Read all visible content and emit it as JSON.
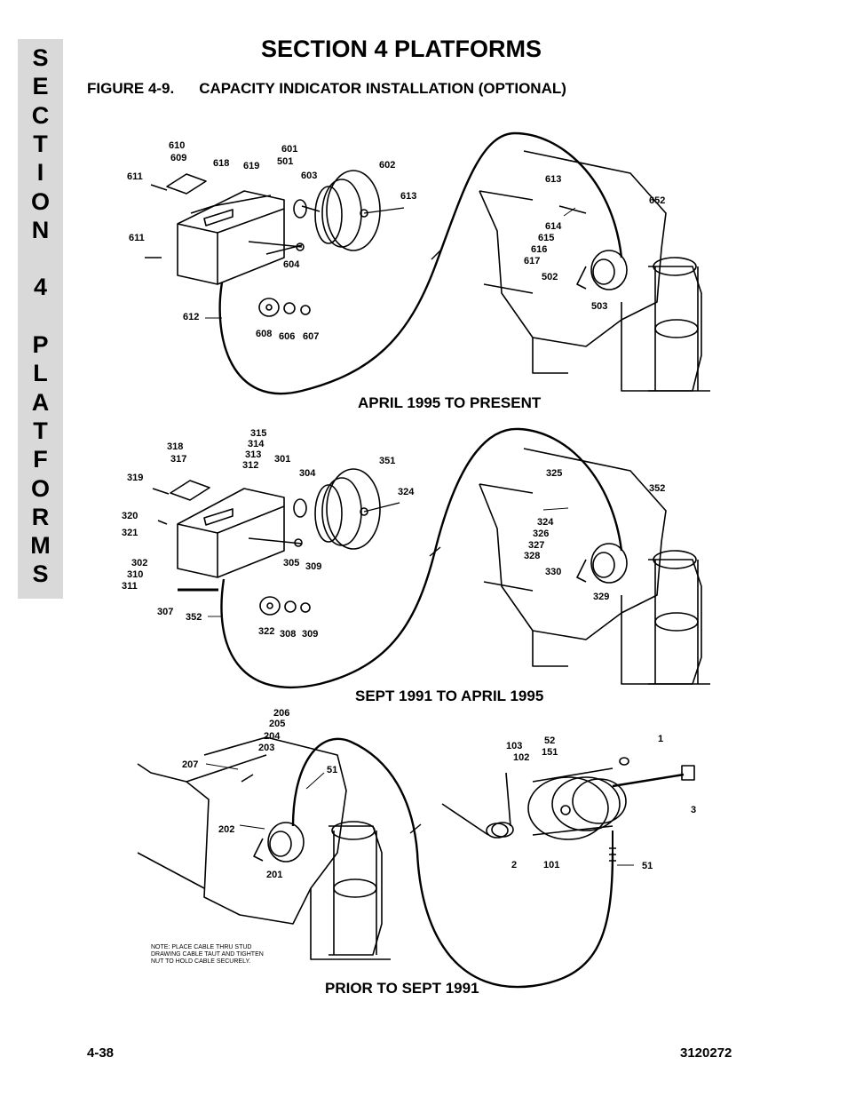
{
  "side_tab": {
    "letters": [
      "S",
      "E",
      "C",
      "T",
      "I",
      "O",
      "N",
      "",
      "4",
      "",
      "P",
      "L",
      "A",
      "T",
      "F",
      "O",
      "R",
      "M",
      "S"
    ]
  },
  "header": {
    "section_title": "SECTION 4  PLATFORMS",
    "figure_number": "FIGURE 4-9.",
    "figure_title": "CAPACITY INDICATOR INSTALLATION (OPTIONAL)"
  },
  "captions": {
    "top": "APRIL 1995 TO PRESENT",
    "middle": "SEPT 1991 TO APRIL 1995",
    "bottom": "PRIOR TO SEPT 1991"
  },
  "note": {
    "line1": "NOTE: PLACE CABLE THRU STUD",
    "line2": "DRAWING CABLE TAUT AND TIGHTEN",
    "line3": "NUT TO HOLD CABLE SECURELY."
  },
  "callouts": {
    "top": [
      "610",
      "609",
      "618",
      "619",
      "601",
      "501",
      "603",
      "602",
      "613",
      "611",
      "611",
      "604",
      "612",
      "608",
      "606",
      "607",
      "613",
      "652",
      "614",
      "615",
      "616",
      "617",
      "502",
      "503"
    ],
    "middle": [
      "315",
      "314",
      "313",
      "312",
      "318",
      "317",
      "301",
      "304",
      "351",
      "324",
      "319",
      "320",
      "321",
      "302",
      "310",
      "311",
      "305",
      "309",
      "307",
      "352",
      "322",
      "308",
      "309",
      "325",
      "352",
      "324",
      "326",
      "327",
      "328",
      "330",
      "329"
    ],
    "bottom": [
      "206",
      "205",
      "204",
      "203",
      "207",
      "51",
      "202",
      "201",
      "103",
      "102",
      "52",
      "151",
      "1",
      "3",
      "2",
      "101",
      "51"
    ]
  },
  "footer": {
    "page_number": "4-38",
    "doc_number": "3120272"
  }
}
